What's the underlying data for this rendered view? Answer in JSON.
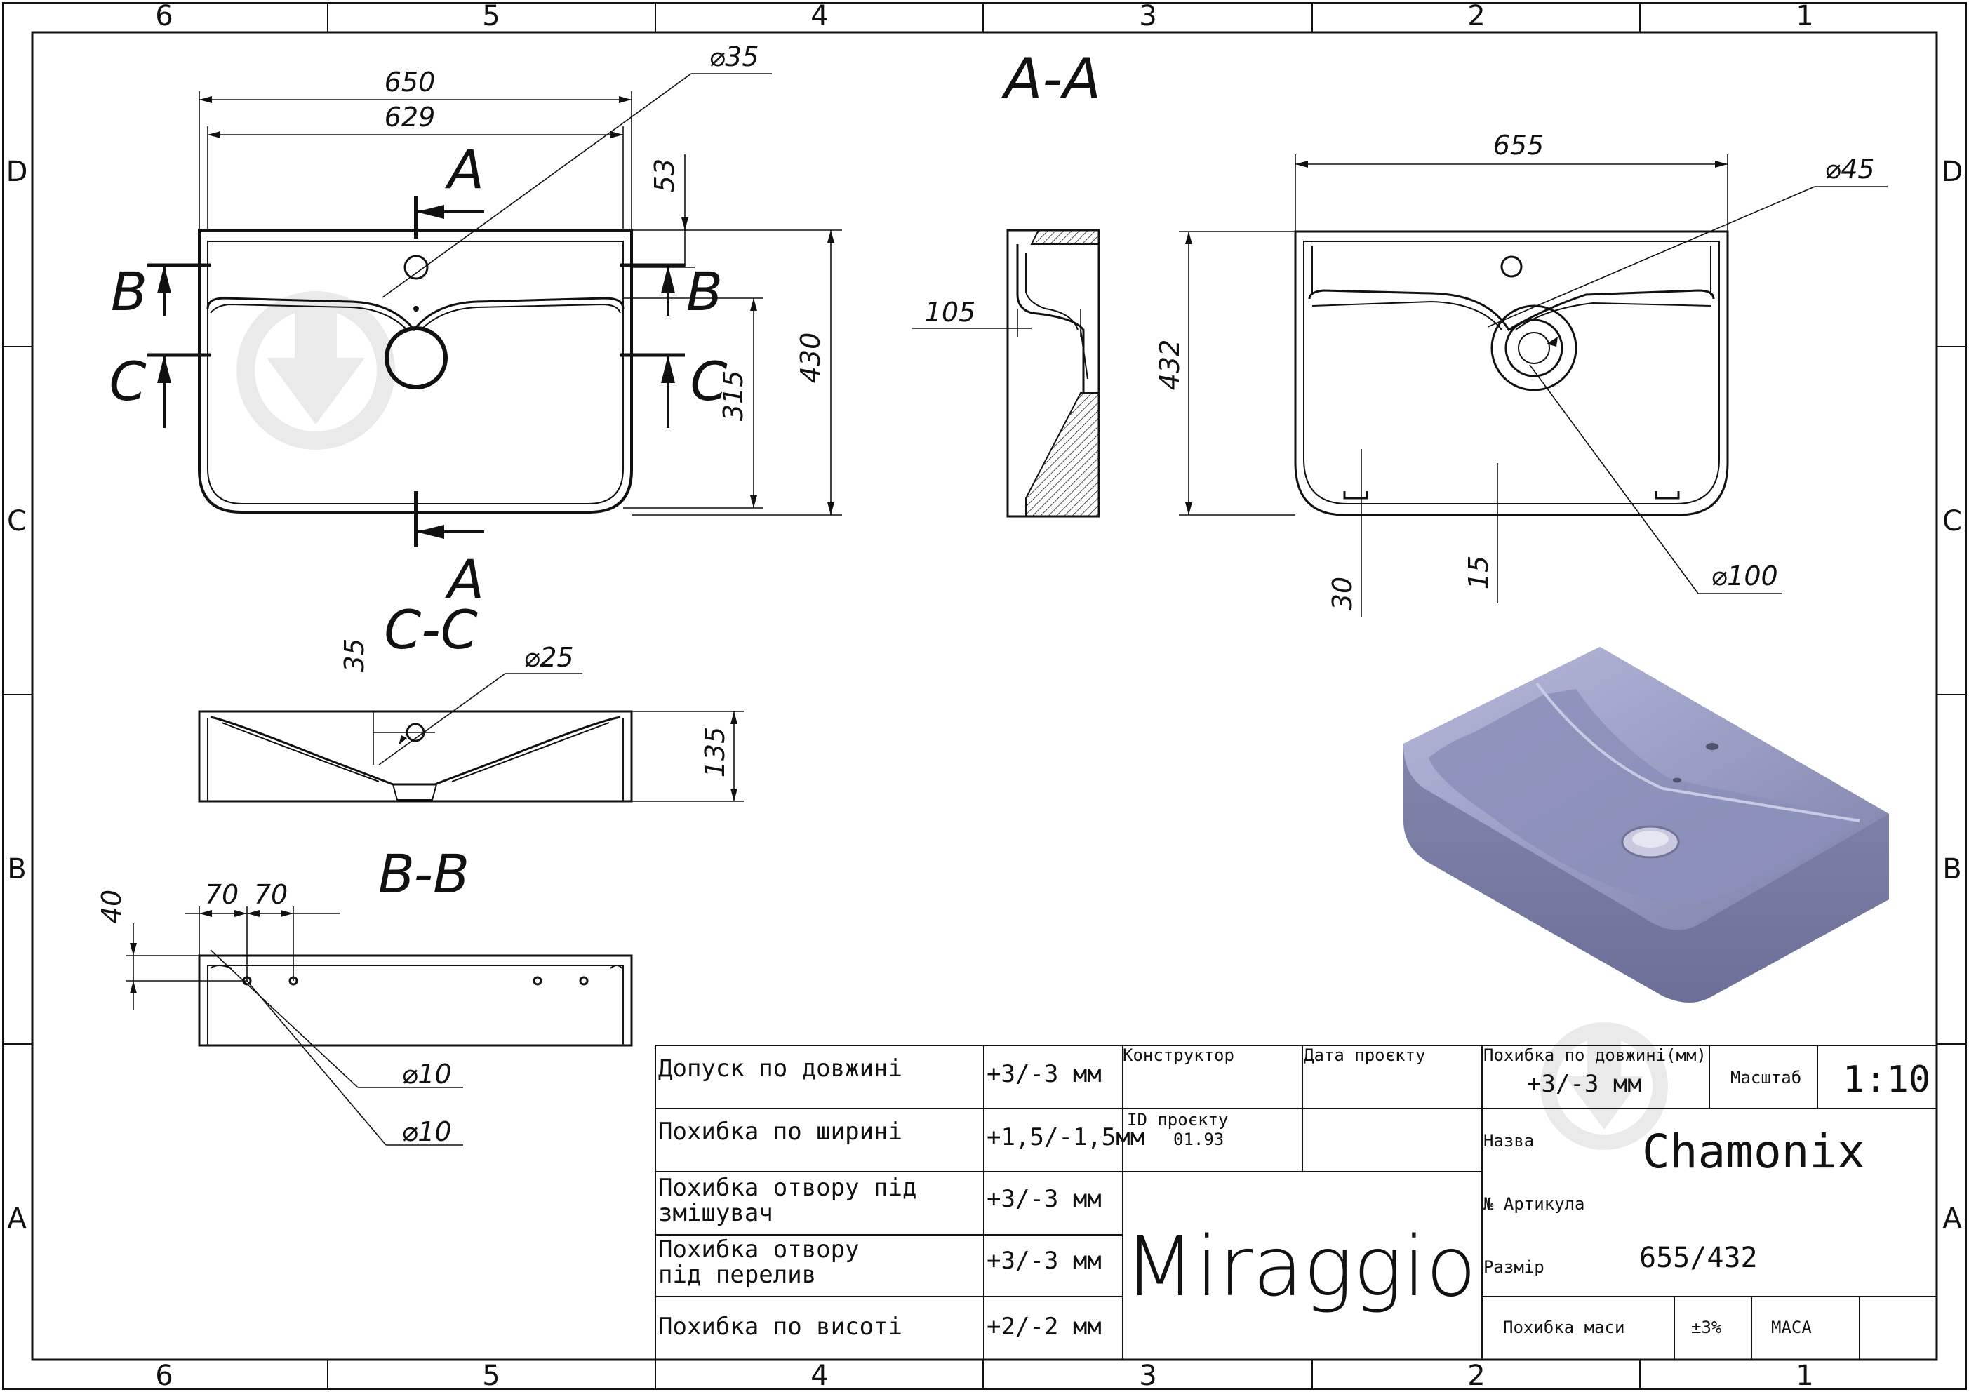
{
  "frame": {
    "columns_top": [
      "6",
      "5",
      "4",
      "3",
      "2",
      "1"
    ],
    "columns_bottom": [
      "6",
      "5",
      "4",
      "3",
      "2",
      "1"
    ],
    "rows_left": [
      "D",
      "C",
      "B",
      "A"
    ],
    "rows_right": [
      "D",
      "C",
      "B",
      "A"
    ]
  },
  "views": {
    "section_aa_title": "A-A",
    "section_cc_title": "C-C",
    "section_bb_title": "B-B",
    "cut_a_top": "A",
    "cut_a_bottom": "A",
    "cut_b_left": "B",
    "cut_b_right": "B",
    "cut_c_left": "C",
    "cut_c_right": "C"
  },
  "dimensions": {
    "top_650": "650",
    "top_629": "629",
    "top_d35": "⌀35",
    "top_53": "53",
    "top_430": "430",
    "top_315": "315",
    "side_105": "105",
    "aa_655": "655",
    "aa_d45": "⌀45",
    "aa_432": "432",
    "aa_30": "30",
    "aa_15": "15",
    "aa_d100": "⌀100",
    "cc_35": "35",
    "cc_d25": "⌀25",
    "cc_135": "135",
    "bb_40": "40",
    "bb_70a": "70",
    "bb_70b": "70",
    "bb_d10a": "⌀10",
    "bb_d10b": "⌀10"
  },
  "title_block": {
    "tolerances": [
      {
        "label_lines": [
          "Допуск по довжині"
        ],
        "value": "+3/-3 мм"
      },
      {
        "label_lines": [
          "Похибка по ширині"
        ],
        "value": "+1,5/-1,5мм"
      },
      {
        "label_lines": [
          "Похибка отвору під",
          "змішувач"
        ],
        "value": "+3/-3 мм"
      },
      {
        "label_lines": [
          "Похибка отвору",
          "під перелив"
        ],
        "value": "+3/-3 мм"
      },
      {
        "label_lines": [
          "Похибка по висоті"
        ],
        "value": "+2/-2 мм"
      }
    ],
    "designer_label": "Конструктор",
    "project_date_label": "Дата проєкту",
    "project_id_label": "ID проєкту",
    "project_id_value": "01.93",
    "brand": "Miraggio",
    "length_tol_label": "Похибка по довжині(мм)",
    "length_tol_value": "+3/-3 мм",
    "scale_label": "Масштаб",
    "scale_value": "1:10",
    "name_label": "Назва",
    "name_value": "Chamonix",
    "article_label": "№ Артикула",
    "size_label": "Размір",
    "size_value": "655/432",
    "mass_tol_label": "Похибка маси",
    "mass_tol_value": "±3%",
    "mass_label": "МАСА"
  },
  "colors": {
    "line": "#111111",
    "render_body": "#8f93b8",
    "render_top": "#a9acd0",
    "watermark": "#e3e3e3"
  }
}
